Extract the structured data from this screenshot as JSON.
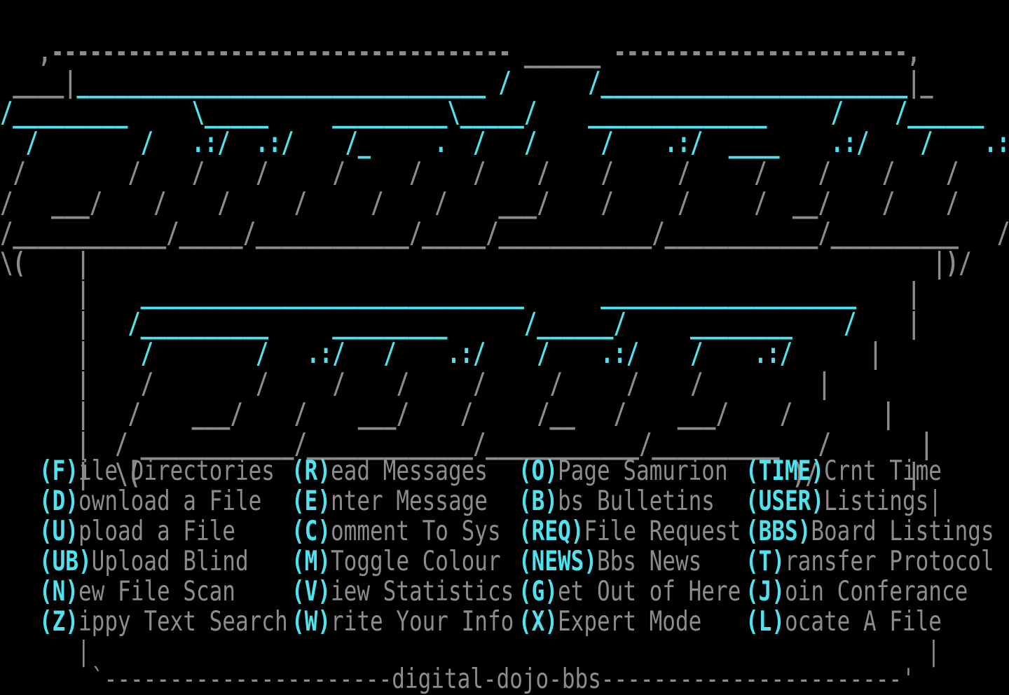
{
  "screen": {
    "art_rows": [
      {
        "segments": [
          {
            "t": "   ,------------------------------------ ______ -----------------------,",
            "c": "grey"
          }
        ]
      },
      {
        "segments": [
          {
            "t": " ____|",
            "c": "grey"
          },
          {
            "t": "________________________________ ",
            "c": "cyan"
          },
          {
            "t": "/      /",
            "c": "cyan"
          },
          {
            "t": "________________________",
            "c": "cyan"
          },
          {
            "t": "|_",
            "c": "grey"
          }
        ]
      },
      {
        "segments": [
          {
            "t": "/_________     ",
            "c": "cyan"
          },
          {
            "t": "\\_____     _________",
            "c": "cyan"
          },
          {
            "t": "\\_____/    ______________     /    /______",
            "c": "cyan"
          }
        ]
      },
      {
        "segments": [
          {
            "t": "  /        /   .:/  .:/    /_     .  /   /     /    .:/  ____    .:/    /    .:/",
            "c": "cyan"
          }
        ]
      },
      {
        "segments": [
          {
            "t": " /        /    /    /     /     /    /    /    /     /     /    /    /    /",
            "c": "grey"
          }
        ]
      },
      {
        "segments": [
          {
            "t": "/   ___/    /    /     /     /    /    ___/    /     /     /  __/    /    /",
            "c": "grey"
          }
        ]
      },
      {
        "segments": [
          {
            "t": "/____________/_____/____________/_____/____________/____________/__________   /",
            "c": "grey"
          }
        ]
      },
      {
        "segments": [
          {
            "t": "\\(    |                                                                  |)/",
            "c": "grey"
          }
        ]
      },
      {
        "segments": [
          {
            "t": "      |    ",
            "c": "grey"
          },
          {
            "t": "______________________________      ____________________",
            "c": "cyan"
          },
          {
            "t": "    |",
            "c": "grey"
          }
        ]
      },
      {
        "segments": [
          {
            "t": "      |   ",
            "c": "grey"
          },
          {
            "t": "/__________     _________      /______/     ________    /",
            "c": "cyan"
          },
          {
            "t": "    |",
            "c": "grey"
          }
        ]
      },
      {
        "segments": [
          {
            "t": "      |    ",
            "c": "grey"
          },
          {
            "t": "/        /   .:/   /    .:/    /    .:/    /    .:/",
            "c": "cyan"
          },
          {
            "t": "      |",
            "c": "grey"
          }
        ]
      },
      {
        "segments": [
          {
            "t": "      |    /        /     /    /     /     /     /    /",
            "c": "grey"
          },
          {
            "t": "         |",
            "c": "grey"
          }
        ]
      },
      {
        "segments": [
          {
            "t": "      |   /    ___/    /    ___/    /     /__   /    ___/    /",
            "c": "grey"
          },
          {
            "t": "       |",
            "c": "grey"
          }
        ]
      },
      {
        "segments": [
          {
            "t": "      |  / ____________/_____________/____________/__________   /",
            "c": "grey"
          },
          {
            "t": "       |",
            "c": "grey"
          }
        ]
      },
      {
        "segments": [
          {
            "t": "      |  \\(                                                   )/",
            "c": "grey"
          },
          {
            "t": "       |",
            "c": "grey"
          }
        ]
      }
    ],
    "menu": [
      [
        {
          "key": "(F)",
          "rest": "ile Directories"
        },
        {
          "key": "(D)",
          "rest": "ownload a File"
        },
        {
          "key": "(U)",
          "rest": "pload a File"
        },
        {
          "key": "(UB)",
          "rest": "Upload Blind"
        },
        {
          "key": "(N)",
          "rest": "ew File Scan"
        },
        {
          "key": "(Z)",
          "rest": "ippy Text Search"
        }
      ],
      [
        {
          "key": "(R)",
          "rest": "ead Messages"
        },
        {
          "key": "(E)",
          "rest": "nter Message"
        },
        {
          "key": "(C)",
          "rest": "omment To Sys"
        },
        {
          "key": "(M)",
          "rest": "Toggle Colour"
        },
        {
          "key": "(V)",
          "rest": "iew Statistics"
        },
        {
          "key": "(W)",
          "rest": "rite Your Info"
        }
      ],
      [
        {
          "key": "(O)",
          "rest": "Page Samurion"
        },
        {
          "key": "(B)",
          "rest": "bs Bulletins"
        },
        {
          "key": "(REQ)",
          "rest": "File Request"
        },
        {
          "key": "(NEWS)",
          "rest": "Bbs News"
        },
        {
          "key": "(G)",
          "rest": "et Out of Here"
        },
        {
          "key": "(X)",
          "rest": "Expert Mode"
        }
      ],
      [
        {
          "key": "(TIME)",
          "rest": "Crnt Time"
        },
        {
          "key": "(USER)",
          "rest": "Listings|"
        },
        {
          "key": "(BBS)",
          "rest": "Board Listings"
        },
        {
          "key": "(T)",
          "rest": "ransfer Protocol"
        },
        {
          "key": "(J)",
          "rest": "oin Conferance"
        },
        {
          "key": "(L)",
          "rest": "ocate A File"
        }
      ]
    ],
    "footer": {
      "side_bar": "|                                                                |",
      "bottom_line": "`----------------------digital-dojo-bbs-----------------------'"
    },
    "colors": {
      "background": "#000000",
      "grey": "#8c8c8c",
      "cyan": "#4fe3f0"
    }
  }
}
